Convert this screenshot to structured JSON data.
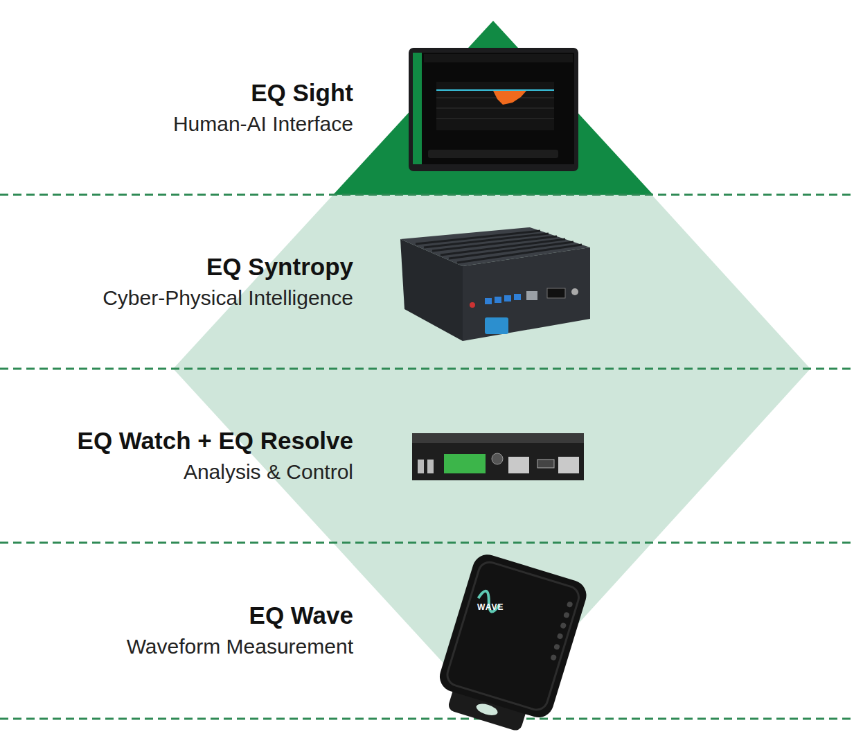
{
  "diagram": {
    "nodes": [
      {
        "text": [
          "EQ Sight",
          "Human-AI Interface"
        ]
      },
      {
        "text": [
          "EQ Syntropy",
          "Cyber-Physical Intelligence"
        ]
      },
      {
        "text": [
          "EQ Watch + EQ Resolve",
          "Analysis & Control"
        ]
      },
      {
        "text": [
          "EQ Wave",
          "Waveform Measurement"
        ]
      }
    ],
    "labels": [
      "WAVE"
    ]
  }
}
